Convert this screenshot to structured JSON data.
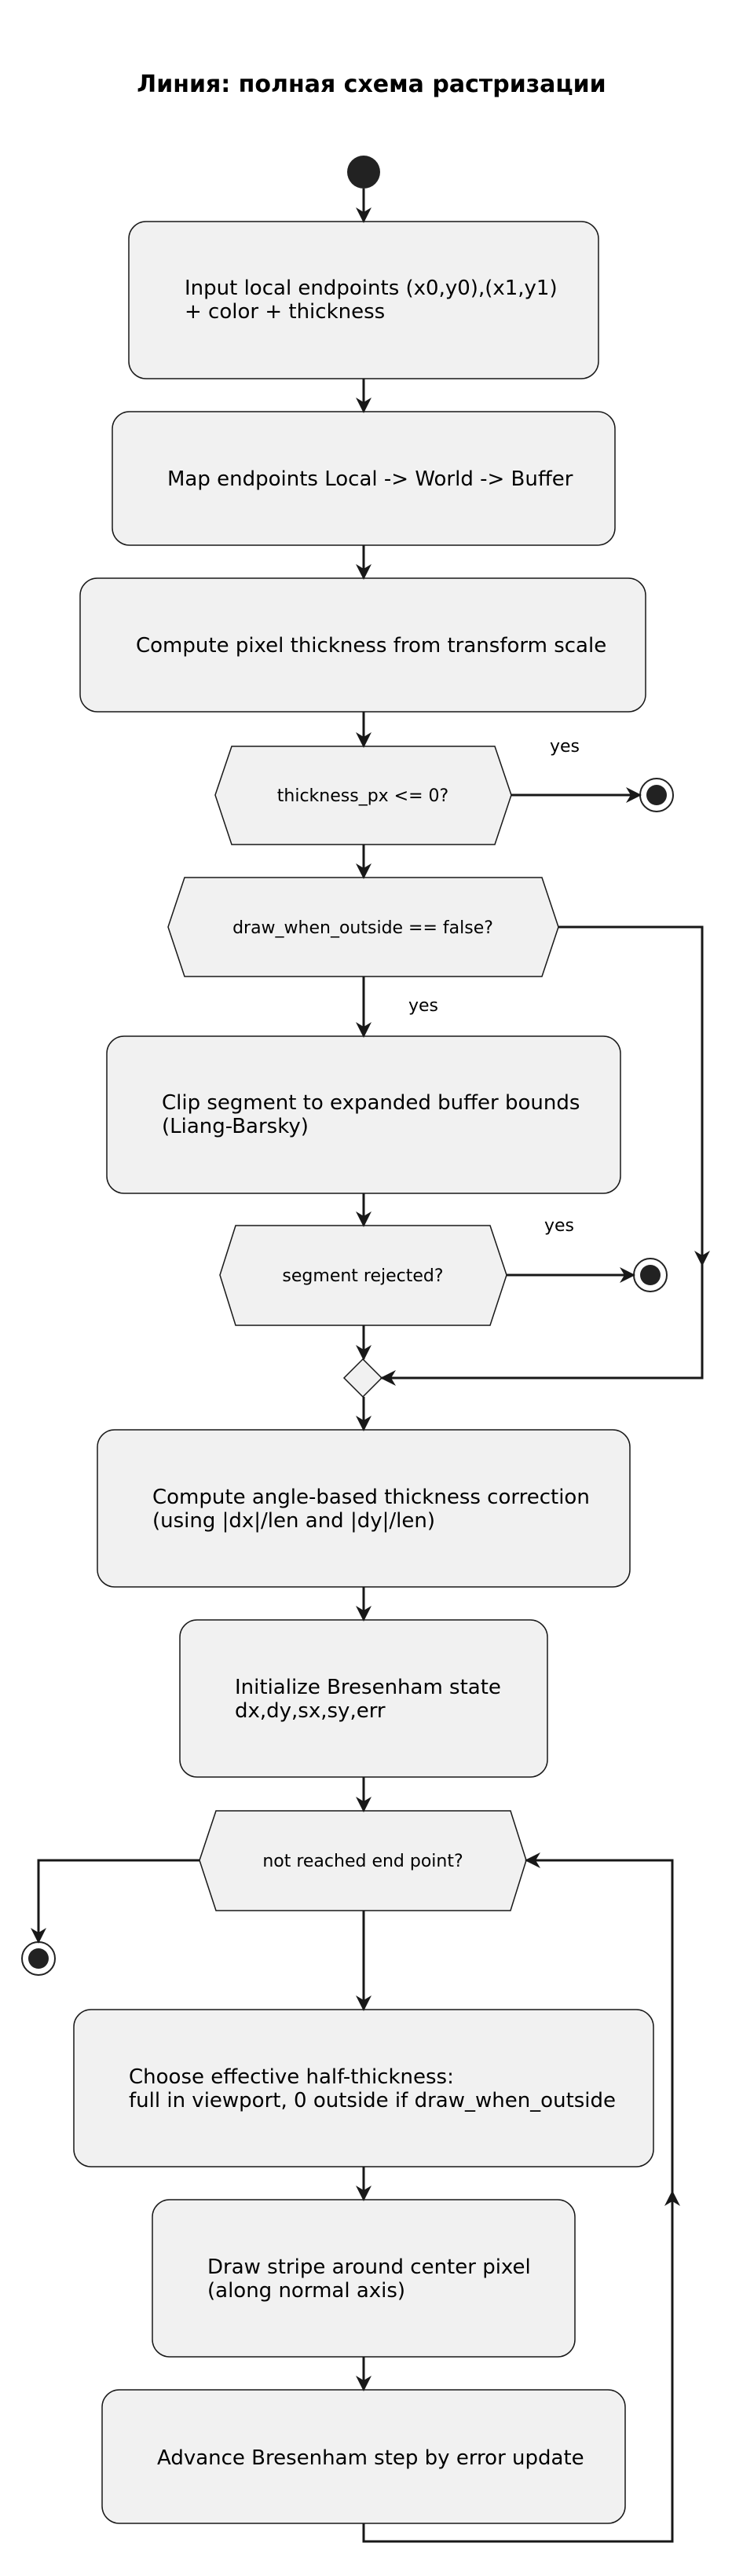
{
  "title": "Линия: полная схема растризации",
  "steps": {
    "input": [
      "Input local endpoints (x0,y0),(x1,y1)",
      "+ color + thickness"
    ],
    "map": [
      "Map endpoints Local -> World -> Buffer"
    ],
    "thickness": [
      "Compute pixel thickness from transform scale"
    ],
    "clip": [
      "Clip segment to expanded buffer bounds",
      "(Liang-Barsky)"
    ],
    "angle": [
      "Compute angle-based thickness correction",
      "(using |dx|/len and |dy|/len)"
    ],
    "init": [
      "Initialize Bresenham state",
      "dx,dy,sx,sy,err"
    ],
    "choose": [
      "Choose effective half-thickness:",
      "full in viewport, 0 outside if draw_when_outside"
    ],
    "draw": [
      "Draw stripe around center pixel",
      "(along normal axis)"
    ],
    "advance": [
      "Advance Bresenham step by error update"
    ]
  },
  "decisions": {
    "thickness_zero": "thickness_px <= 0?",
    "draw_when_outside": "draw_when_outside == false?",
    "rejected": "segment rejected?",
    "loop": "not reached end point?"
  },
  "labels": {
    "yes_thickness": "yes",
    "yes_outside": "yes",
    "yes_rejected": "yes"
  }
}
